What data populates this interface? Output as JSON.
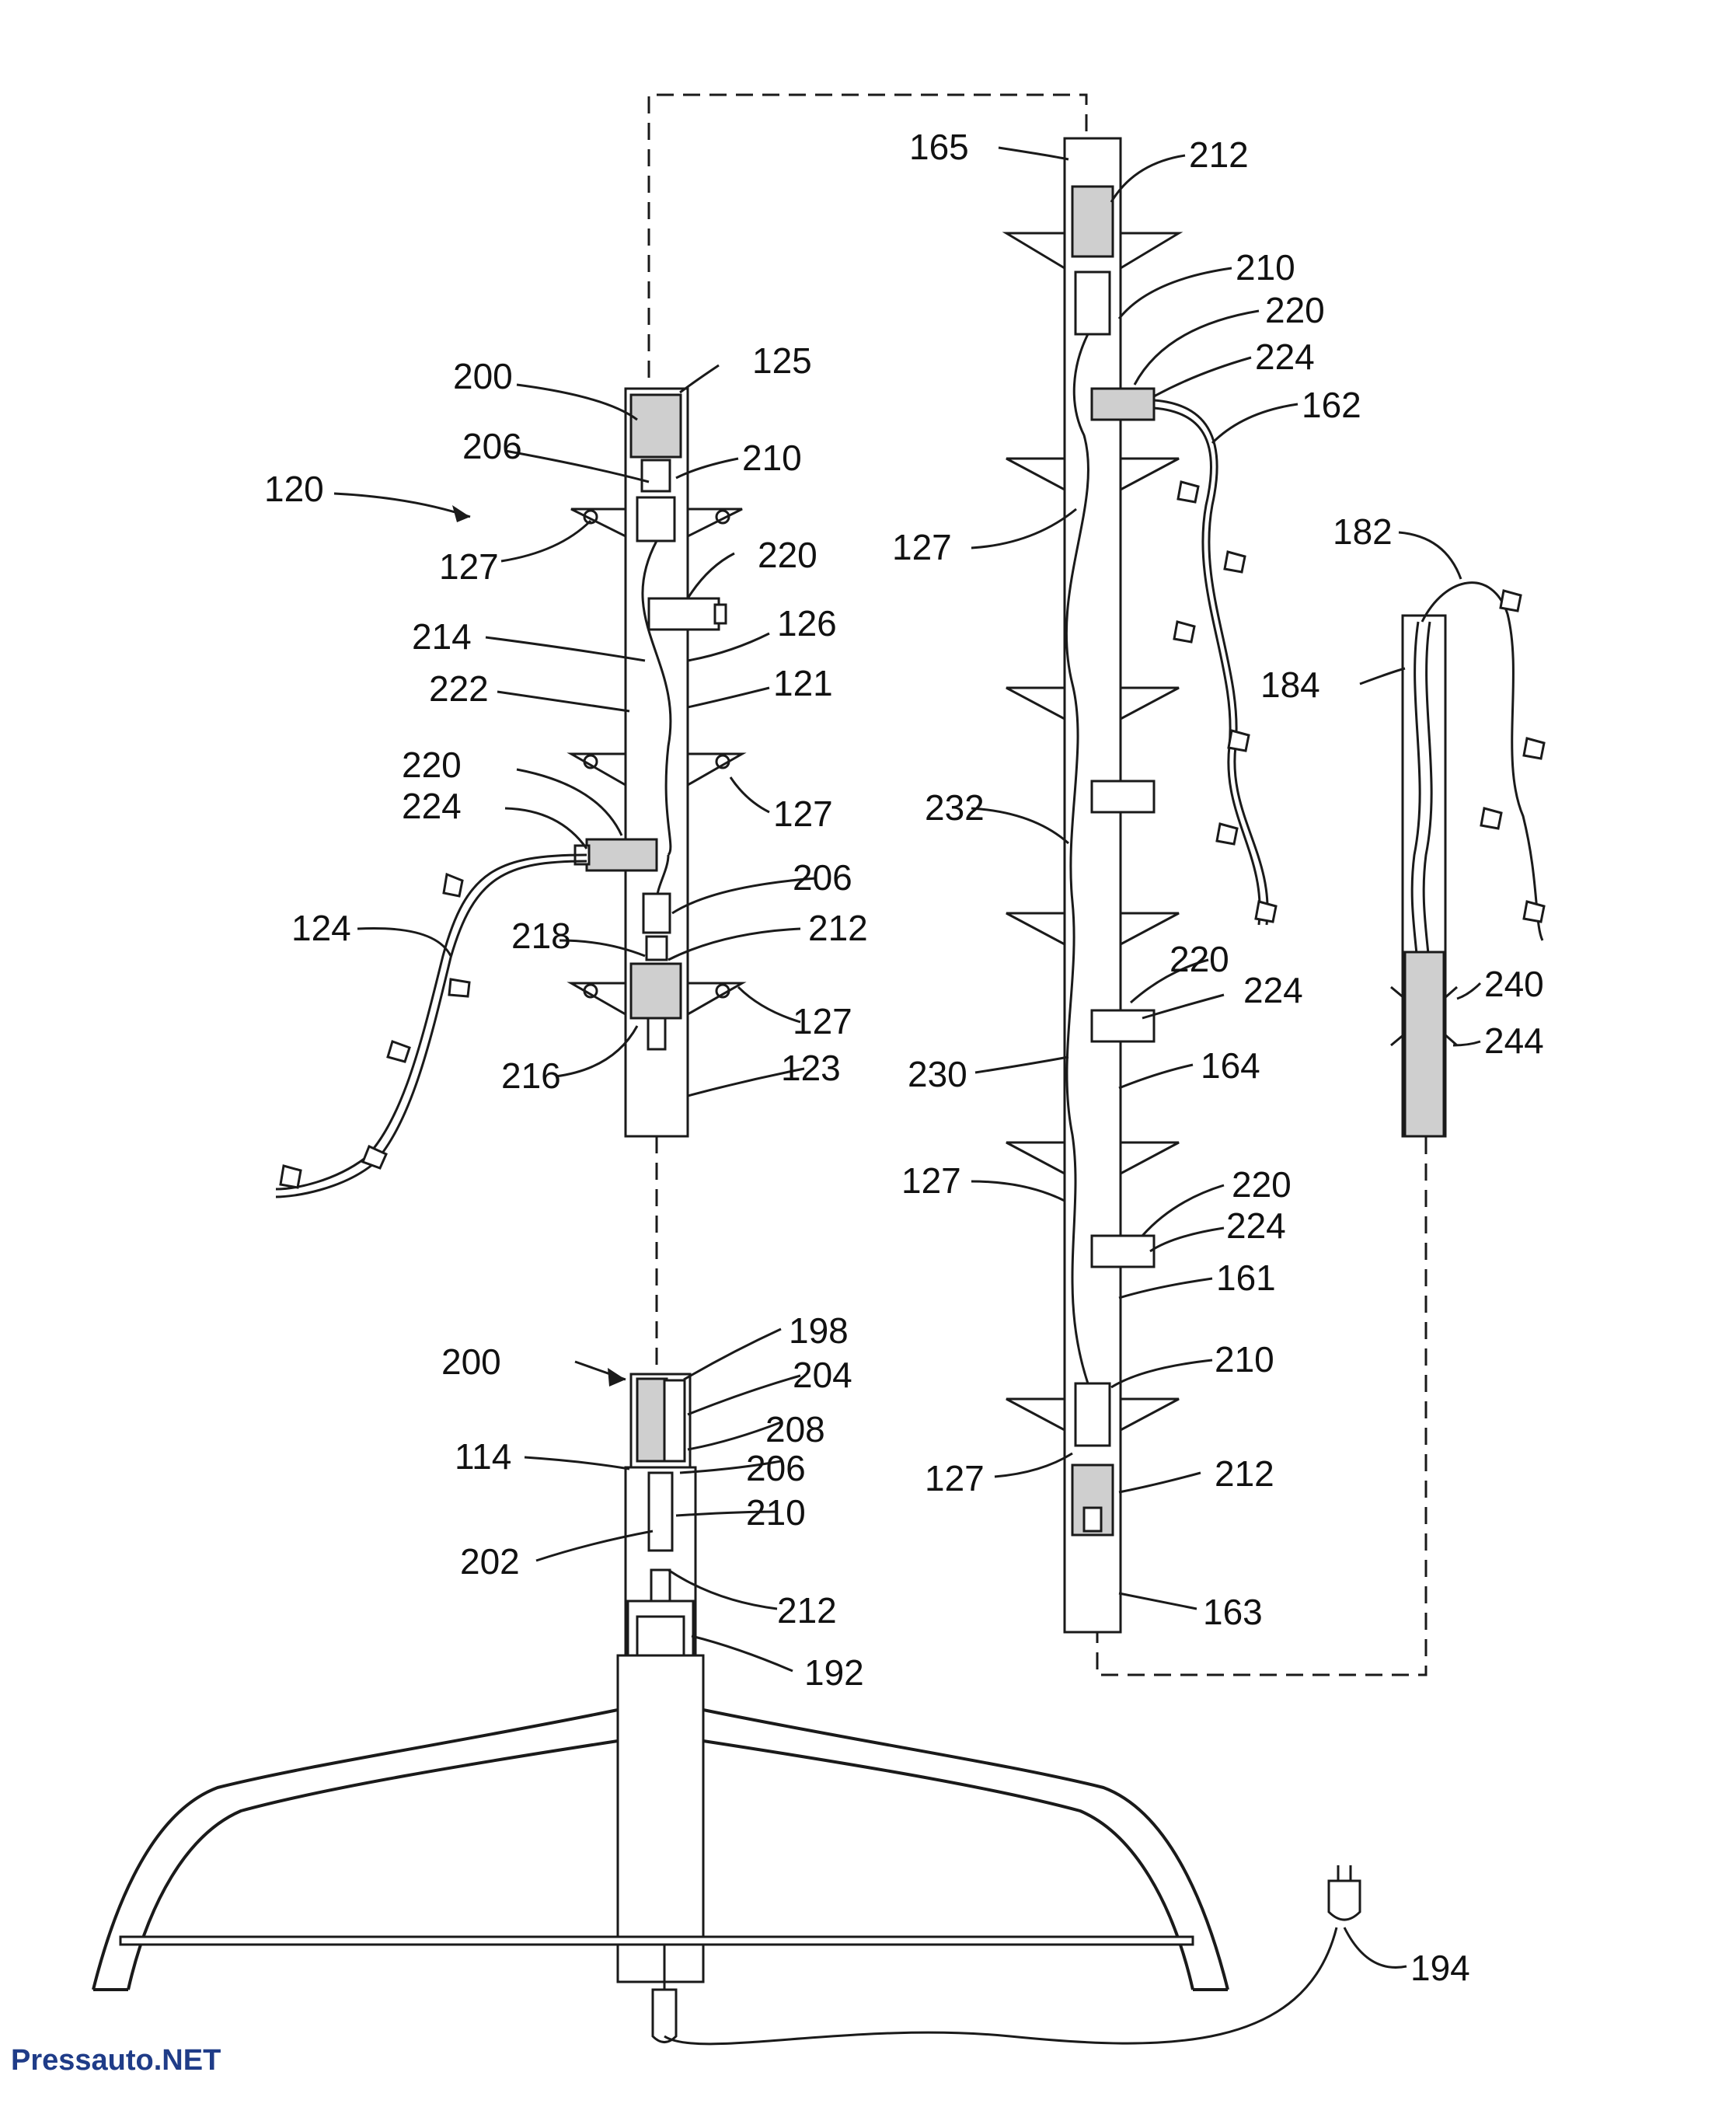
{
  "watermark": "Pressauto.NET",
  "labels": {
    "l120": "120",
    "l125": "125",
    "l200a": "200",
    "l206a": "206",
    "l210a": "210",
    "l127a": "127",
    "l220a": "220",
    "l214": "214",
    "l126": "126",
    "l222": "222",
    "l121": "121",
    "l220b": "220",
    "l224b": "224",
    "l127b": "127",
    "l206b": "206",
    "l124": "124",
    "l218": "218",
    "l212a": "212",
    "l127c": "127",
    "l216": "216",
    "l123": "123",
    "l200b": "200",
    "l198": "198",
    "l204": "204",
    "l208": "208",
    "l114": "114",
    "l206c": "206",
    "l210b": "210",
    "l202": "202",
    "l212b": "212",
    "l192": "192",
    "l194": "194",
    "l165": "165",
    "l212c": "212",
    "l210c": "210",
    "l220c": "220",
    "l224c": "224",
    "l162": "162",
    "l127d": "127",
    "l232": "232",
    "l220d": "220",
    "l224d": "224",
    "l230": "230",
    "l164": "164",
    "l127e": "127",
    "l220e": "220",
    "l224e": "224",
    "l161": "161",
    "l210d": "210",
    "l127f": "127",
    "l212d": "212",
    "l163": "163",
    "l182": "182",
    "l184": "184",
    "l240": "240",
    "l244": "244"
  }
}
